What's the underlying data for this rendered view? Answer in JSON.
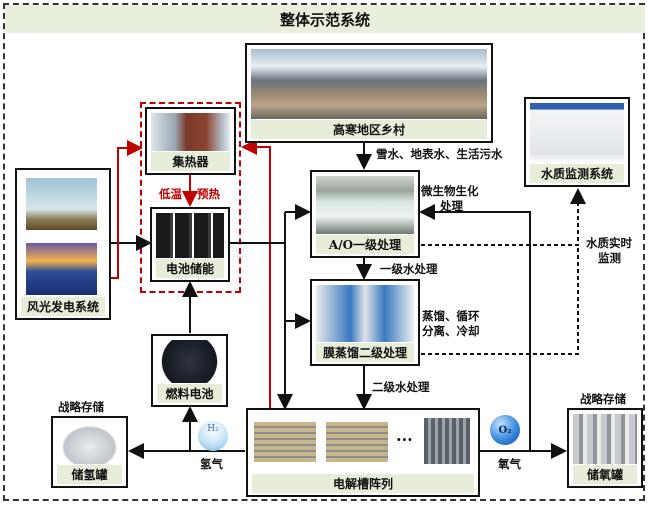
{
  "title": "整体示范系统",
  "nodes": {
    "village": {
      "label": "高寒地区乡村",
      "icon": "mountain-village-photo"
    },
    "heat_collector": {
      "label": "集热器",
      "icon": "heat-exchanger-photo"
    },
    "battery": {
      "label": "电池储能",
      "icon": "battery-pack-photo"
    },
    "wind_solar": {
      "label": "风光发电系统",
      "icons": [
        "wind-turbine-photo",
        "solar-panel-photo"
      ]
    },
    "ao_treatment": {
      "label": "A/O一级处理",
      "icon": "water-treatment-pool-photo"
    },
    "membrane": {
      "label": "膜蒸馏二级处理",
      "icon": "membrane-distillation-photo"
    },
    "water_monitor": {
      "label": "水质监测系统",
      "icon": "monitoring-station-photo"
    },
    "fuel_cell": {
      "label": "燃料电池",
      "icon": "fuel-cell-photo"
    },
    "electrolyzer": {
      "label": "电解槽阵列",
      "icon": "electrolyzer-photo",
      "ellipsis": "···"
    },
    "h2_tank": {
      "label": "储氢罐",
      "icon": "hydrogen-tank-photo",
      "note": "战略存储"
    },
    "o2_tank": {
      "label": "储氧罐",
      "icon": "oxygen-cylinder-photo",
      "note": "战略存储"
    }
  },
  "annotations": {
    "water_source": "雪水、地表水、生活污水",
    "low_temp": "低温",
    "preheat": "预热",
    "bio_line1": "微生物生化",
    "bio_line2": "处理",
    "primary_water": "一级水处理",
    "distill_line1": "蒸馏、循环",
    "distill_line2": "分离、冷却",
    "secondary_water": "二级水处理",
    "monitor_line1": "水质实时",
    "monitor_line2": "监测",
    "hydrogen": "氢气",
    "oxygen": "氧气",
    "h2_badge": "H₂",
    "o2_badge": "O₂"
  },
  "colors": {
    "heat_line": "#c00000",
    "caption_bg": "#e6edd8",
    "title_bg": "#e8efdc"
  }
}
